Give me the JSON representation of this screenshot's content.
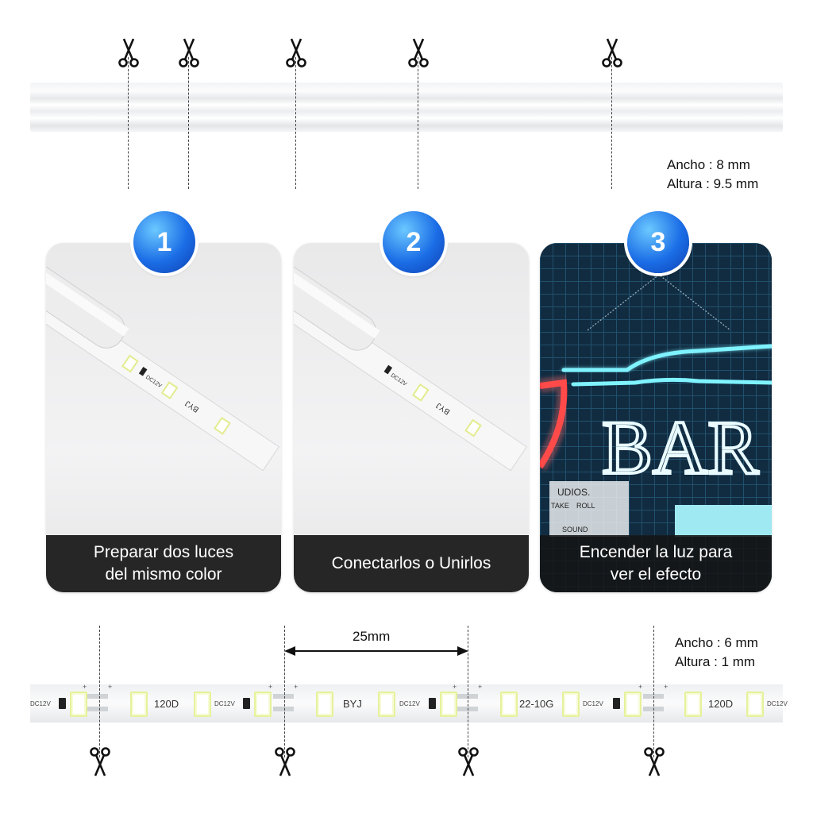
{
  "top_spec": {
    "width_line": "Ancho : 8 mm",
    "height_line": "Altura  : 9.5 mm"
  },
  "steps": [
    {
      "number": "1",
      "caption_line1": "Preparar dos luces",
      "caption_line2": "del mismo color"
    },
    {
      "number": "2",
      "caption_line1": "Conectarlos o Unirlos",
      "caption_line2": ""
    },
    {
      "number": "3",
      "caption_line1": "Encender la luz para",
      "caption_line2": "ver el efecto"
    }
  ],
  "strip_printing": {
    "model_a": "BYJ",
    "voltage": "DC12V",
    "density": "120D",
    "model_b": "22-10G"
  },
  "card_photo_labels": {
    "product": "BYJ",
    "voltage": "DC12V"
  },
  "scene": {
    "sign_text": "BAR",
    "board_line1": "UDIOS.",
    "board_line2": "TAKE",
    "board_line3": "ROLL",
    "board_line4": "SOUND"
  },
  "gap_label": "25mm",
  "bottom_spec": {
    "width_line": "Ancho : 6 mm",
    "height_line": "Altura  : 1 mm"
  },
  "colors": {
    "badge_blue": "#1b6de6",
    "caption_bg": "#262626",
    "neon_cyan": "#7ff3ff",
    "neon_red": "#ff3a3a"
  },
  "icons": {
    "cut": "scissors-icon"
  }
}
